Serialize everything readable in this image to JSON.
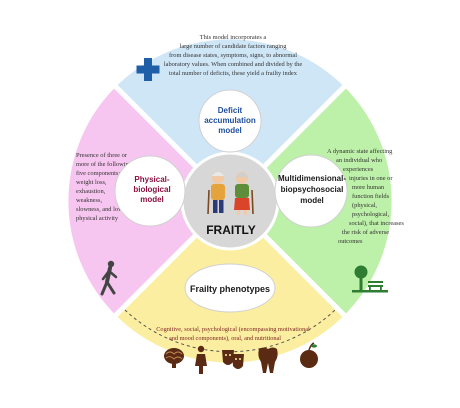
{
  "center": {
    "label": "FRAITLY"
  },
  "models": {
    "deficit": [
      "Deficit",
      "accumulation",
      "model"
    ],
    "physical": [
      "Physical-",
      "biological",
      "model"
    ],
    "multi": [
      "Multidimensional-",
      "biopsychosocial",
      "model"
    ],
    "phenotypes": "Frailty phenotypes"
  },
  "panels": {
    "top": [
      "This model incorporates a",
      "large number of candidate factors ranging",
      "from disease states, symptoms, signs, to abnormal",
      "laboratory values. When combined and divided by the",
      "total number of deficits, these yield a frailty index"
    ],
    "left": [
      "Presence of three or",
      "more of the following",
      "five components:",
      "weight loss,",
      "exhaustion,",
      "weakness,",
      "slowness, and low",
      "physical activity"
    ],
    "right": [
      "A dynamic state affecting",
      "an individual who",
      "experiences",
      "injuries in one or",
      "more human",
      "function fields",
      "(physical,",
      "psychological,",
      "social), that increases",
      "the risk of adverse",
      "outcomes"
    ],
    "bottom": [
      "Cognitive, social, psychological (encompassing  motivational",
      "and mood components), oral, and nutritional"
    ]
  },
  "colors": {
    "top": "#cfe6f7",
    "left": "#f7c6f0",
    "right": "#bdf0a8",
    "bottom": "#fbeea0",
    "center": "#d7d7d7",
    "deficit_text": "#1f4e9c",
    "physical_text": "#8a1040",
    "multi_text": "#1a1a1a",
    "cross": "#1f5fa8",
    "tree": "#2e7d32"
  },
  "icons": [
    "plus-cross-icon",
    "walking-person-icon",
    "tree-bench-icon",
    "brain-icon",
    "person-icon",
    "theatre-masks-icon",
    "tooth-icon",
    "apple-icon",
    "elderly-couple-icon"
  ]
}
